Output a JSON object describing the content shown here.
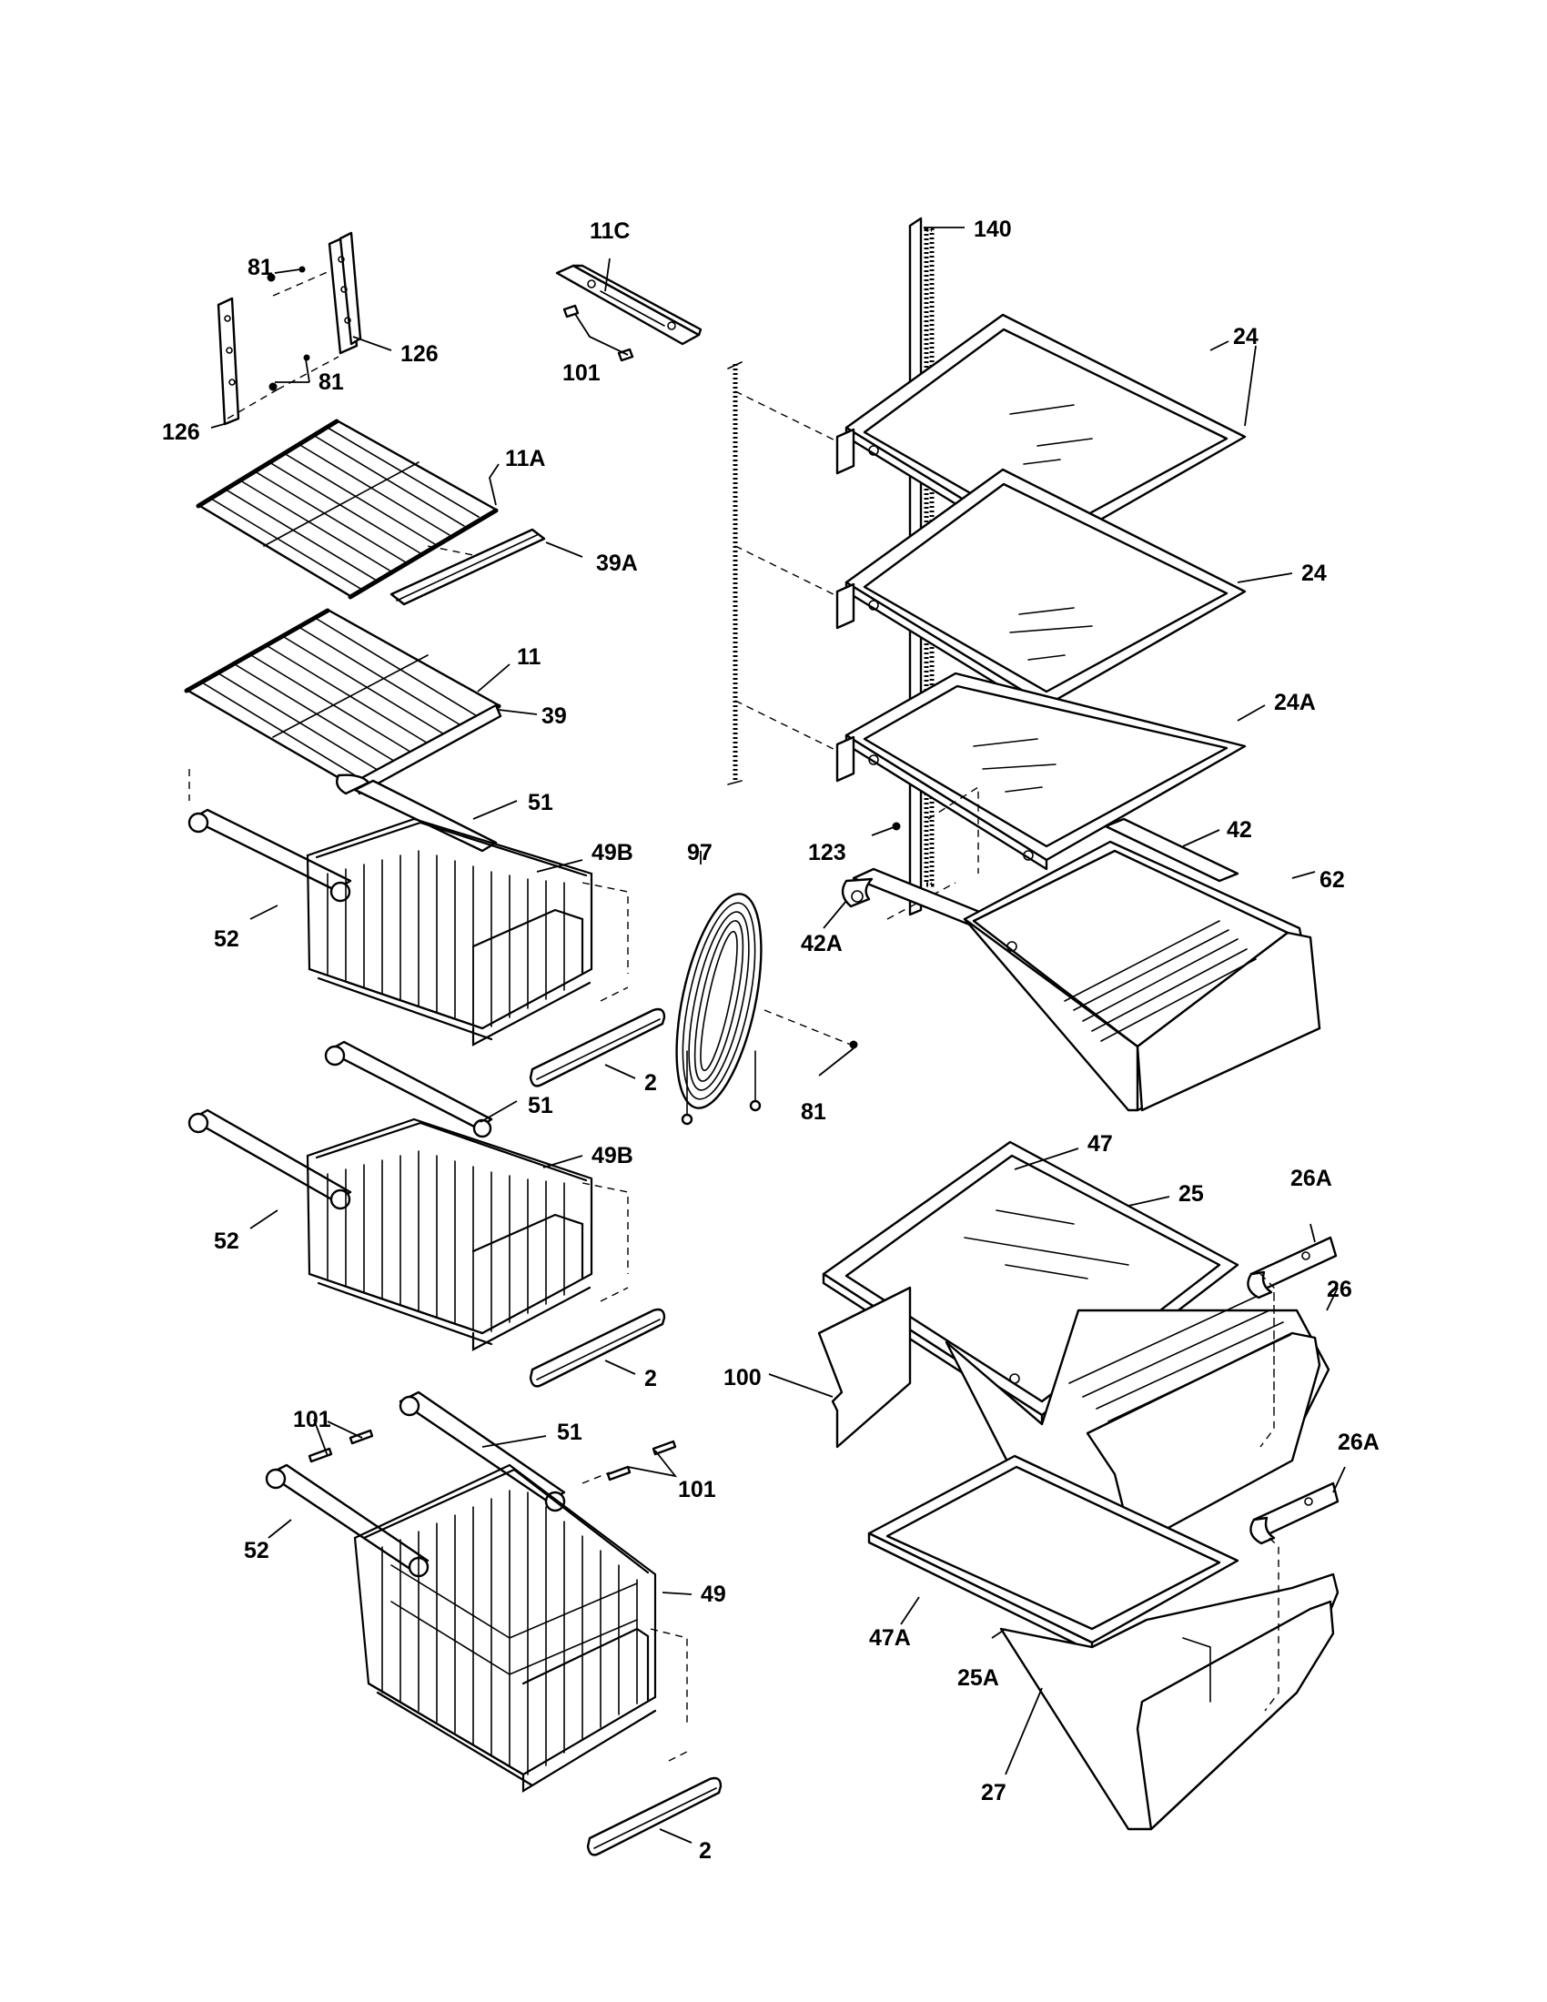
{
  "labels": {
    "l140": "140",
    "l11C": "11C",
    "l81a": "81",
    "l126a": "126",
    "l81b": "81",
    "l126b": "126",
    "l101a": "101",
    "l24a": "24",
    "l11A": "11A",
    "l39A": "39A",
    "l24b": "24",
    "l11": "11",
    "l39": "39",
    "l24A": "24A",
    "l51a": "51",
    "l97": "97",
    "l123": "123",
    "l42": "42",
    "l49Ba": "49B",
    "l62": "62",
    "l52a": "52",
    "l42A": "42A",
    "l2a": "2",
    "l81c": "81",
    "l51b": "51",
    "l47": "47",
    "l49Bb": "49B",
    "l26Aa": "26A",
    "l25": "25",
    "l52b": "52",
    "l26": "26",
    "l2b": "2",
    "l100": "100",
    "l101b": "101",
    "l51c": "51",
    "l26Ab": "26A",
    "l101c": "101",
    "l52c": "52",
    "l49": "49",
    "l47A": "47A",
    "l25A": "25A",
    "l27": "27",
    "l2c": "2"
  }
}
